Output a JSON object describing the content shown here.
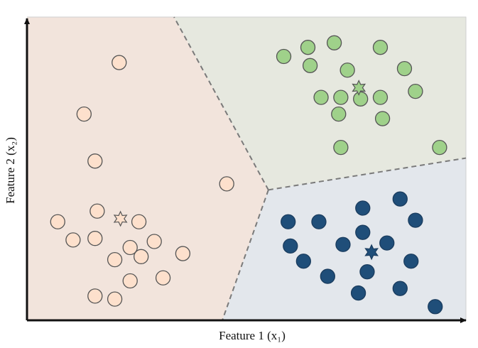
{
  "chart_data": {
    "type": "scatter",
    "title": "",
    "xlabel": "Feature 1 (x₁)",
    "ylabel": "Feature 2 (x₂)",
    "xlim": [
      0,
      100
    ],
    "ylim": [
      0,
      100
    ],
    "grid": false,
    "legend": "none",
    "tick_labels": false,
    "clusters": [
      {
        "region_color": "#f2e4dc",
        "point_fill": "#fde0cc",
        "point_stroke": "#555555",
        "centroid": [
          21.3,
          33.5
        ],
        "points": [
          [
            21,
            85
          ],
          [
            13,
            68
          ],
          [
            15.5,
            52.5
          ],
          [
            45.5,
            45
          ],
          [
            16,
            36
          ],
          [
            25.5,
            32.5
          ],
          [
            7,
            32.5
          ],
          [
            10.5,
            26.5
          ],
          [
            15.5,
            27
          ],
          [
            23.5,
            24
          ],
          [
            26,
            21
          ],
          [
            29,
            26
          ],
          [
            20,
            20
          ],
          [
            35.5,
            22
          ],
          [
            23.5,
            13
          ],
          [
            31,
            14
          ],
          [
            15.5,
            8
          ],
          [
            20,
            7
          ]
        ]
      },
      {
        "region_color": "#e6e8df",
        "point_fill": "#9fd18a",
        "point_stroke": "#555555",
        "centroid": [
          75.6,
          76.7
        ],
        "points": [
          [
            58.5,
            87
          ],
          [
            64,
            90
          ],
          [
            70,
            91.5
          ],
          [
            80.5,
            90
          ],
          [
            64.5,
            84
          ],
          [
            73,
            82.5
          ],
          [
            86,
            83
          ],
          [
            67,
            73.5
          ],
          [
            71.5,
            73.5
          ],
          [
            80.5,
            73.5
          ],
          [
            76,
            73
          ],
          [
            88.5,
            75.5
          ],
          [
            71,
            68
          ],
          [
            81,
            66.5
          ],
          [
            71.5,
            57
          ],
          [
            94,
            57
          ]
        ]
      },
      {
        "region_color": "#e3e7ec",
        "point_fill": "#1f4e79",
        "point_stroke": "#1a3c5e",
        "centroid": [
          78.5,
          22.5
        ],
        "points": [
          [
            85,
            40
          ],
          [
            76.5,
            37
          ],
          [
            88.5,
            33
          ],
          [
            59.5,
            32.5
          ],
          [
            66.5,
            32.5
          ],
          [
            76.5,
            29
          ],
          [
            82,
            25.5
          ],
          [
            72,
            25
          ],
          [
            60,
            24.5
          ],
          [
            63,
            19.5
          ],
          [
            87.5,
            19.5
          ],
          [
            77.5,
            16
          ],
          [
            68.5,
            14.5
          ],
          [
            85,
            10.5
          ],
          [
            75.5,
            9
          ],
          [
            93,
            4.5
          ]
        ]
      }
    ],
    "boundaries": [
      [
        [
          55,
          43
        ],
        [
          33.5,
          100
        ]
      ],
      [
        [
          55,
          43
        ],
        [
          100,
          53.5
        ]
      ],
      [
        [
          55,
          43
        ],
        [
          44.5,
          0
        ]
      ]
    ]
  }
}
